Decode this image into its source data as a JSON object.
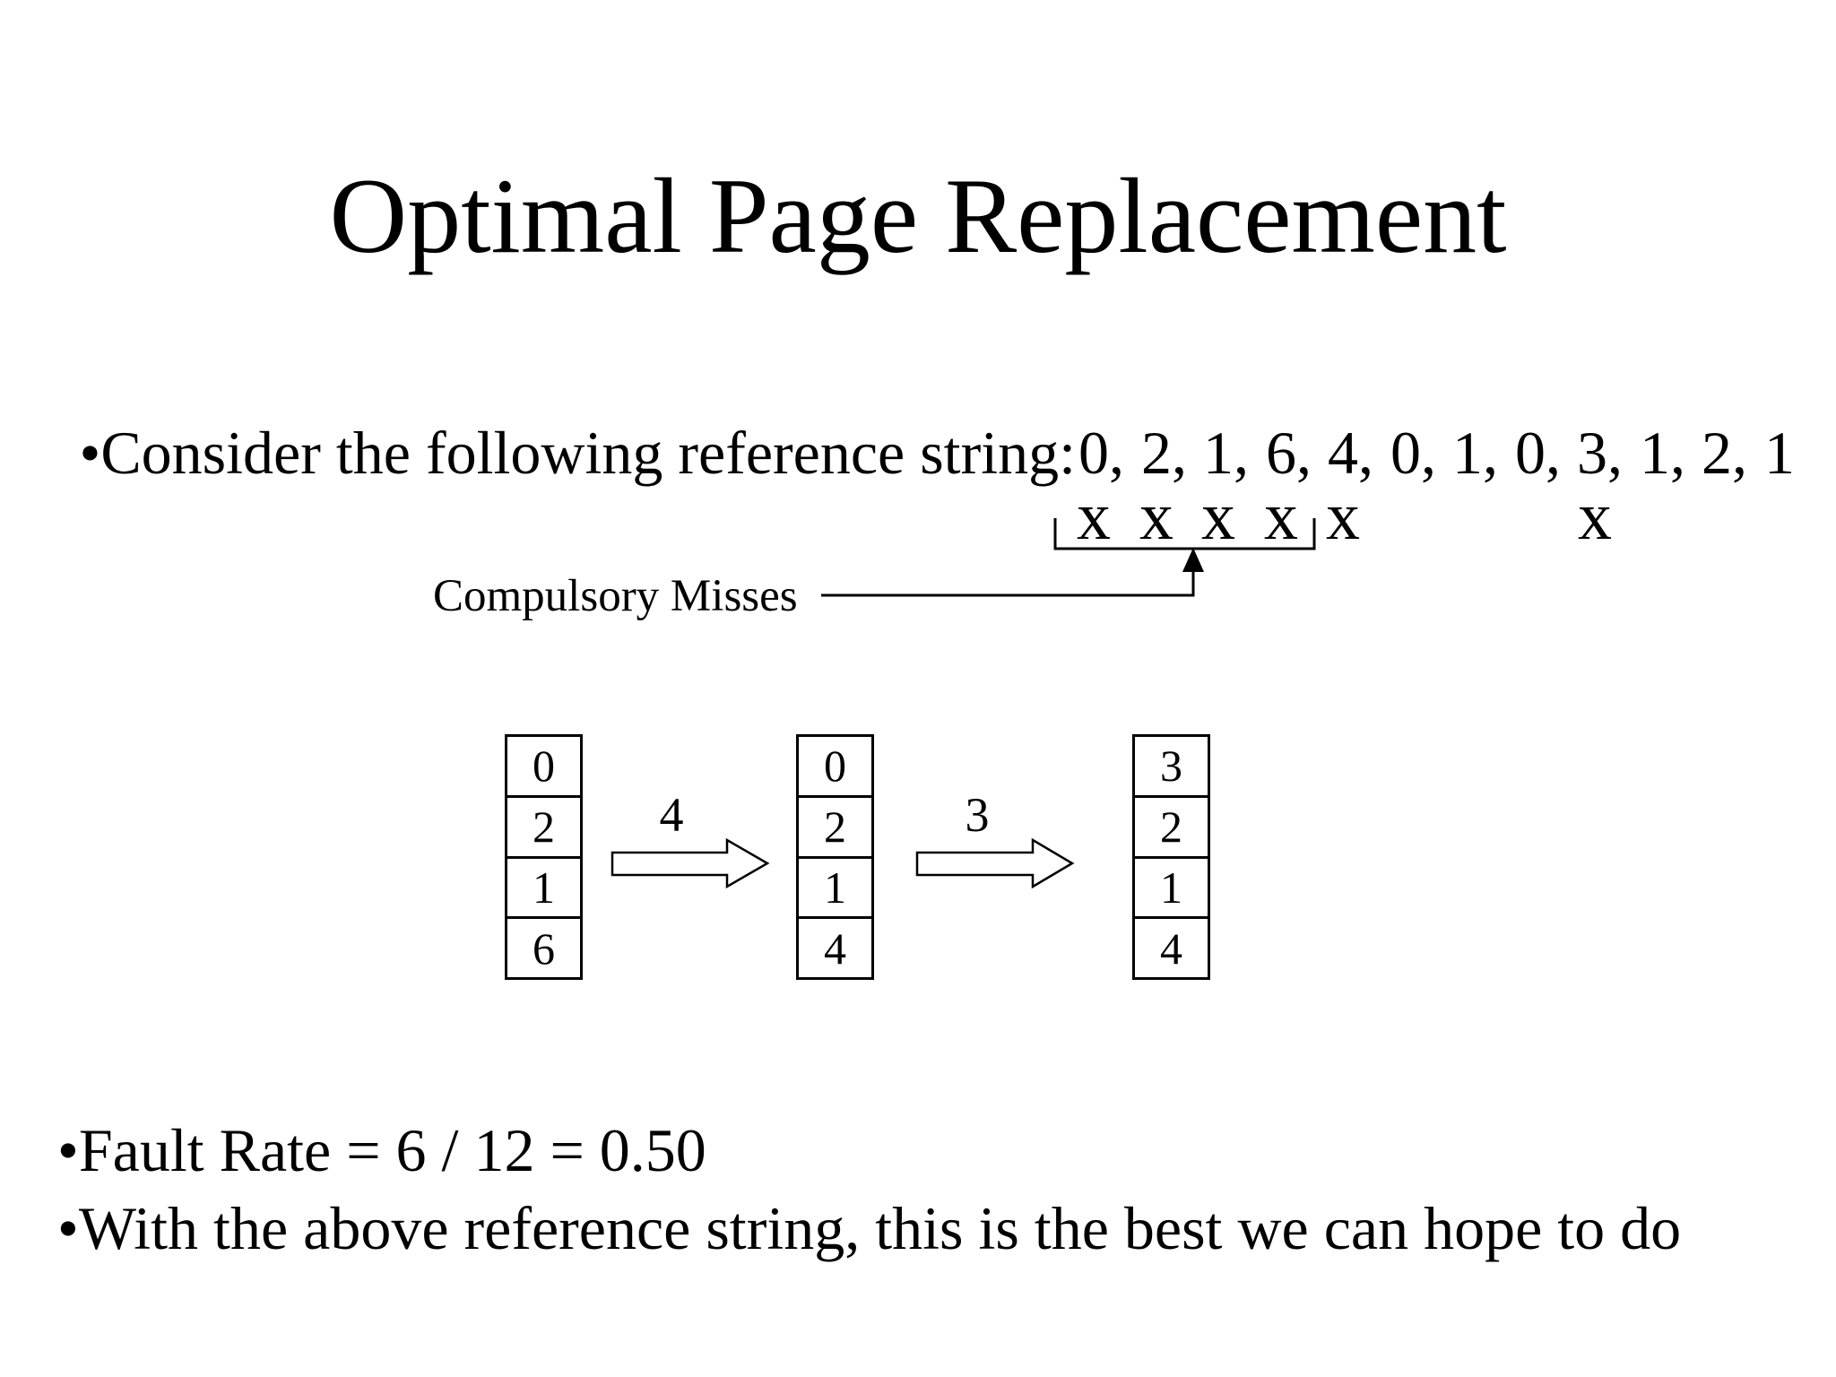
{
  "slide_title": "Optimal Page Replacement",
  "bullets": {
    "marker": "•",
    "reference_intro": "Consider the following reference string: ",
    "reference_numbers": [
      "0,",
      "2,",
      "1,",
      "6,",
      "4,",
      "0,",
      "1,",
      "0,",
      "3,",
      "1,",
      "2,",
      "1"
    ],
    "fault_rate": "Fault Rate = 6 / 12 = 0.50",
    "conclusion": "With the above reference string, this is the best we can hope to do"
  },
  "miss_annotation": {
    "label": "Compulsory Misses",
    "marks": [
      "x",
      "x",
      "x",
      "x",
      "x",
      "x"
    ]
  },
  "frame_diagram": {
    "tables": [
      {
        "cells": [
          "0",
          "2",
          "1",
          "6"
        ]
      },
      {
        "cells": [
          "0",
          "2",
          "1",
          "4"
        ]
      },
      {
        "cells": [
          "3",
          "2",
          "1",
          "4"
        ]
      }
    ],
    "transitions": [
      "4",
      "3"
    ]
  },
  "colors": {
    "background": "#ffffff",
    "ink": "#000000"
  }
}
